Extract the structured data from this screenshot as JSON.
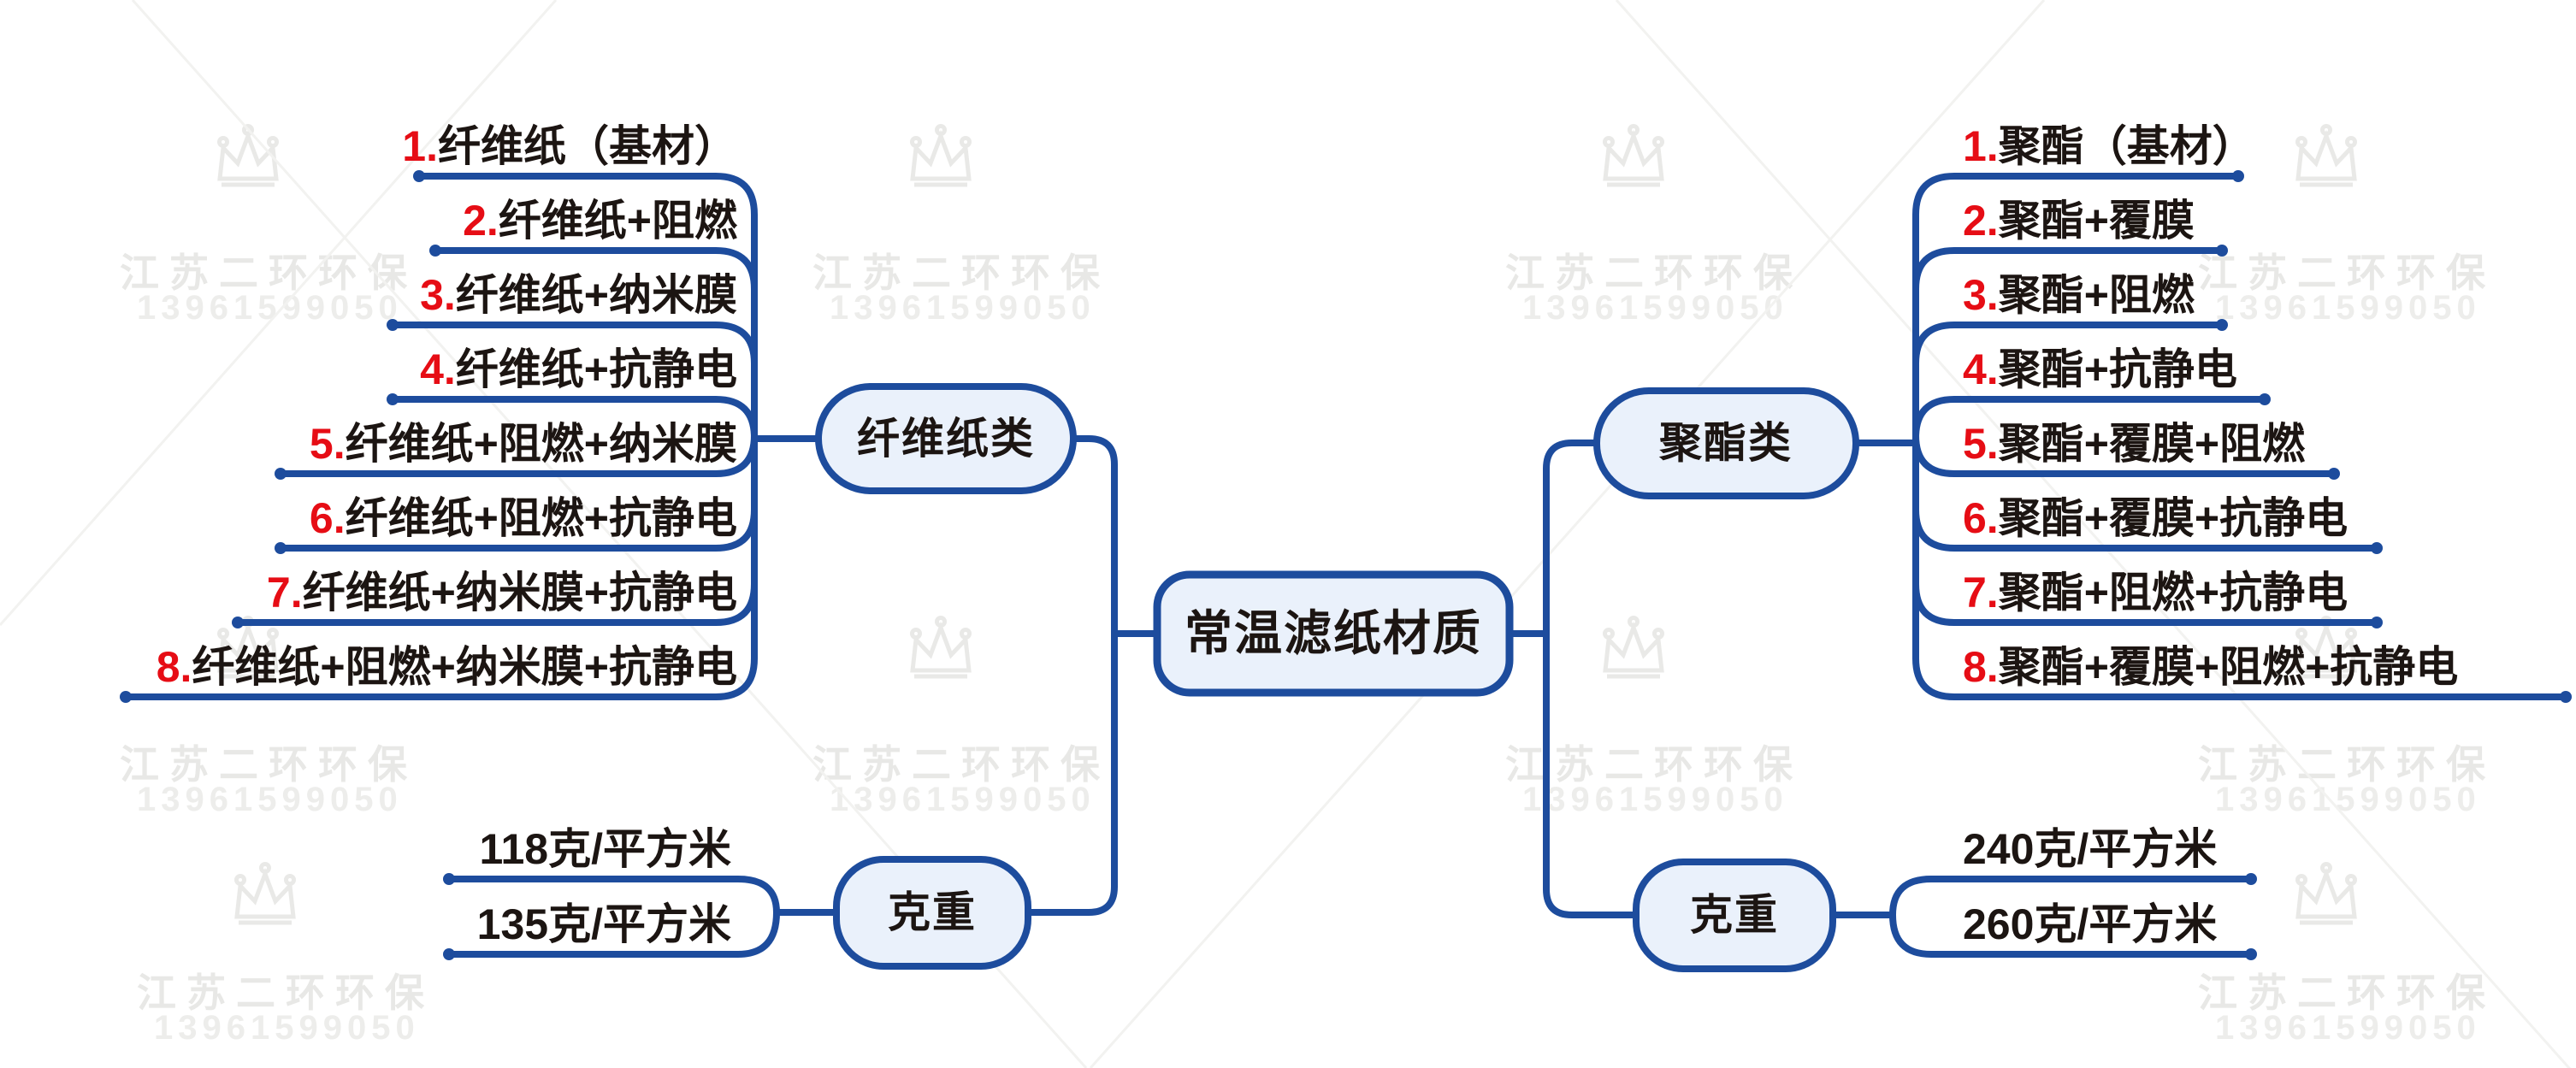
{
  "title": "常温滤纸材质",
  "watermark": {
    "company": "江苏二环环保",
    "phone": "13961599050",
    "crown_icon": "crown-icon"
  },
  "left_branch": {
    "label": "纤维纸类",
    "items": [
      {
        "num": "1.",
        "text": "纤维纸（基材）"
      },
      {
        "num": "2.",
        "text": "纤维纸+阻燃"
      },
      {
        "num": "3.",
        "text": "纤维纸+纳米膜"
      },
      {
        "num": "4.",
        "text": "纤维纸+抗静电"
      },
      {
        "num": "5.",
        "text": "纤维纸+阻燃+纳米膜"
      },
      {
        "num": "6.",
        "text": "纤维纸+阻燃+抗静电"
      },
      {
        "num": "7.",
        "text": "纤维纸+纳米膜+抗静电"
      },
      {
        "num": "8.",
        "text": "纤维纸+阻燃+纳米膜+抗静电"
      }
    ]
  },
  "right_branch": {
    "label": "聚酯类",
    "items": [
      {
        "num": "1.",
        "text": "聚酯（基材）"
      },
      {
        "num": "2.",
        "text": "聚酯+覆膜"
      },
      {
        "num": "3.",
        "text": "聚酯+阻燃"
      },
      {
        "num": "4.",
        "text": "聚酯+抗静电"
      },
      {
        "num": "5.",
        "text": "聚酯+覆膜+阻燃"
      },
      {
        "num": "6.",
        "text": "聚酯+覆膜+抗静电"
      },
      {
        "num": "7.",
        "text": "聚酯+阻燃+抗静电"
      },
      {
        "num": "8.",
        "text": "聚酯+覆膜+阻燃+抗静电"
      }
    ]
  },
  "left_weight": {
    "label": "克重",
    "items": [
      "118克/平方米",
      "135克/平方米"
    ]
  },
  "right_weight": {
    "label": "克重",
    "items": [
      "240克/平方米",
      "260克/平方米"
    ]
  },
  "colors": {
    "line_blue": "#1d4c9d",
    "node_fill": "#eaf1fb",
    "text_black": "#1c1512",
    "number_red": "#e60d15",
    "watermark_gray": "#e8e8e6"
  }
}
